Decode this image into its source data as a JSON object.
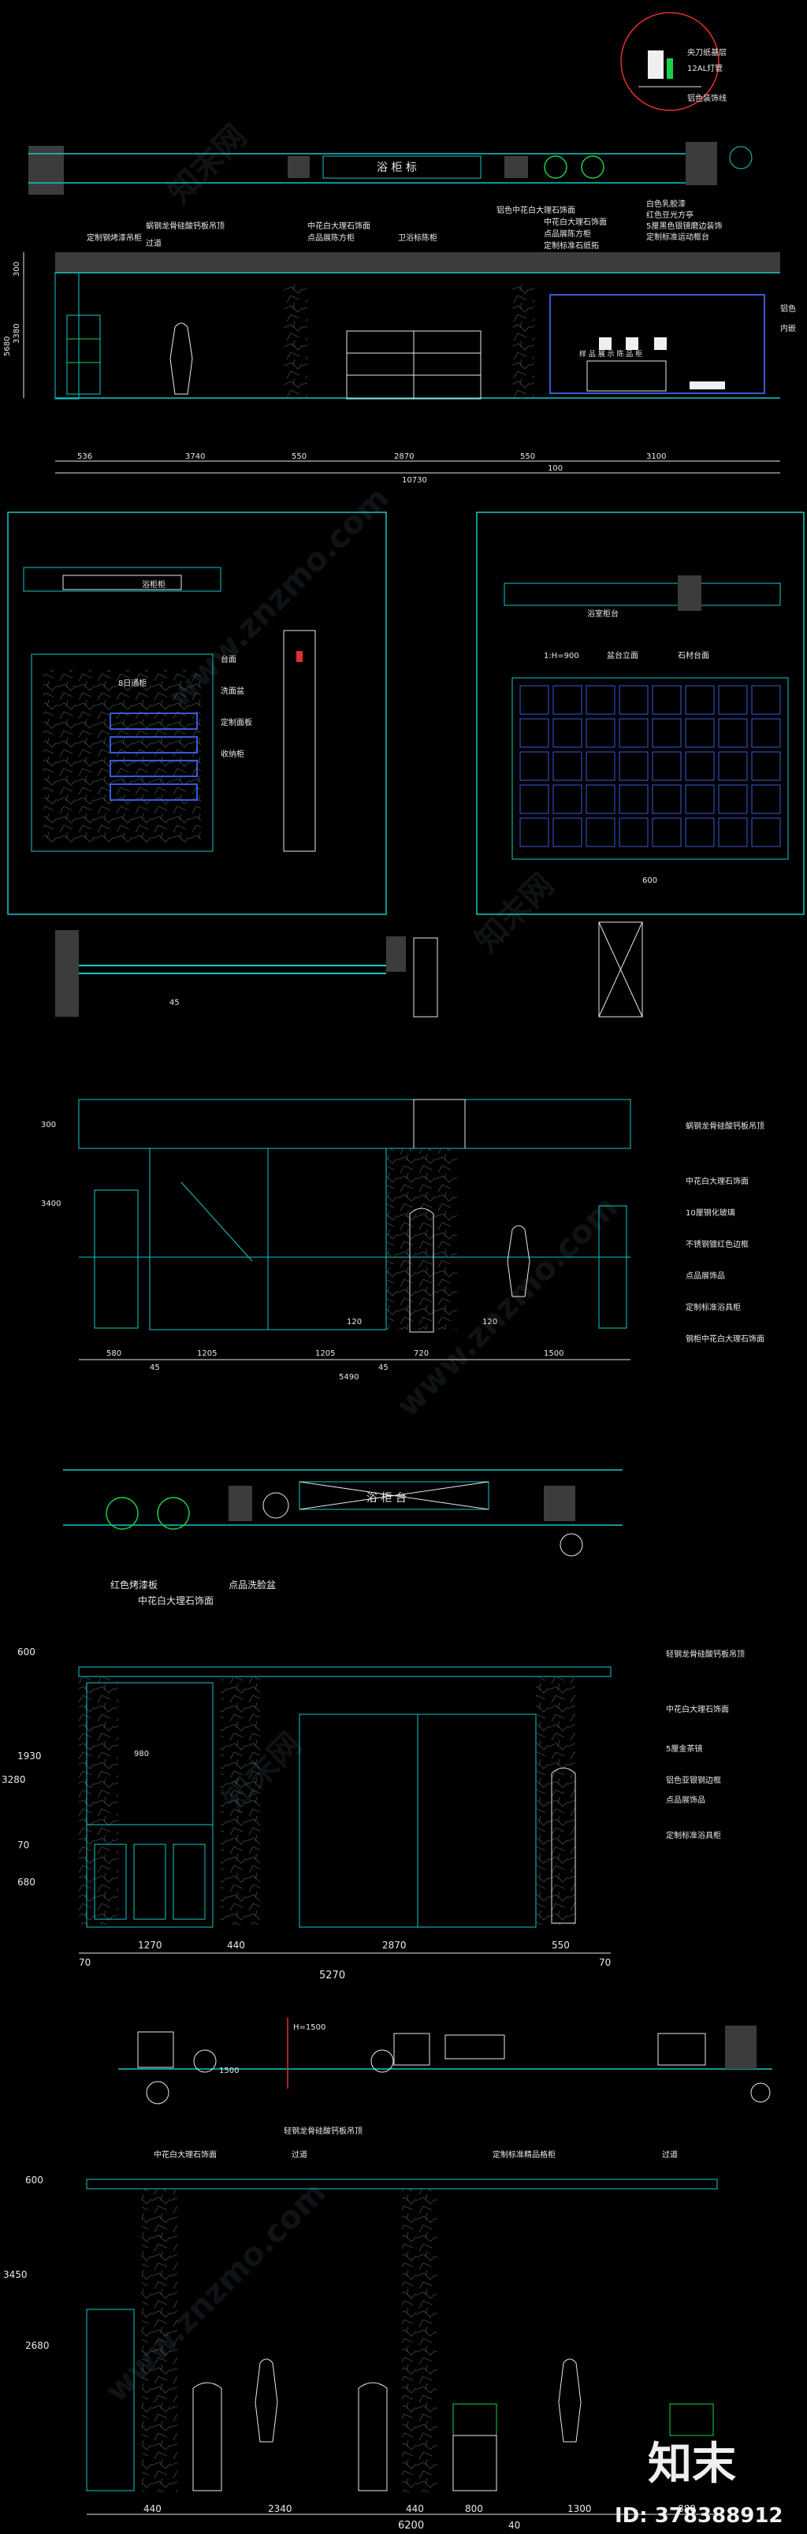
{
  "elev1": {
    "callouts": [
      "央刀纸基层",
      "12AL灯管",
      "铝色装饰线"
    ],
    "plan_label": "浴 柜 标",
    "notes": [
      "蜗钢龙骨硅酸钙板吊顶",
      "定制钢烤漆吊柜",
      "过道",
      "中花白大理石饰面",
      "点品展陈方柜",
      "卫浴标陈柜",
      "铝色中花白大理石饰面",
      "中花白大理石饰面",
      "点品展陈方柜",
      "定制标准石纸拓",
      "白色乳胶漆",
      "红色豆光方亭",
      "5厘黑色银镜磨边装饰",
      "定制标准运动框台"
    ],
    "sign_text": "样 品 展 示 陈 品 柜",
    "right_notes": [
      "铝色",
      "内嵌"
    ],
    "dims": [
      "536",
      "3740",
      "550",
      "2870",
      "550",
      "100",
      "3100"
    ],
    "total": "10730",
    "side_dims": [
      "5680",
      "300",
      "3380"
    ]
  },
  "elev2": {
    "plan_label": "浴柜柜",
    "dims": [
      "45"
    ],
    "left_label": "8日通柜",
    "labels": [
      "台面",
      "洗面盆",
      "定制面板",
      "收纳柜"
    ]
  },
  "elev3": {
    "plan_label": "浴室柜台",
    "labels": [
      "1:H=900",
      "盆台立面",
      "石材台面"
    ],
    "bottom_dim": "600"
  },
  "elev4": {
    "notes": [
      "蜗钢龙骨硅酸钙板吊顶",
      "中花白大理石饰面",
      "10厘钢化玻璃",
      "不锈钢镀红色边框",
      "点品展饰品",
      "定制标准浴具柜",
      "钢柜中花白大理石饰面"
    ],
    "dims": [
      "580",
      "1205",
      "1205",
      "720",
      "1500"
    ],
    "subdims": [
      "45",
      "45"
    ],
    "total": "5490",
    "side_dims": [
      "300",
      "3400"
    ],
    "inner_dims": [
      "120",
      "120"
    ]
  },
  "elev5": {
    "plan_label": "浴 柜 台",
    "top_notes": [
      "红色烤漆板",
      "点品洗脸盆",
      "中花白大理石饰面"
    ],
    "notes": [
      "轻钢龙骨硅酸钙板吊顶",
      "中花白大理石饰面",
      "5厘金茶镜",
      "铝色亚银钢边框",
      "点品展饰品",
      "定制标准浴具柜"
    ],
    "dims": [
      "1270",
      "440",
      "2870",
      "550"
    ],
    "subdims": [
      "70",
      "70"
    ],
    "total": "5270",
    "side_dims": [
      "600",
      "1930",
      "70",
      "680",
      "3280"
    ],
    "inner_dim": "980"
  },
  "elev6": {
    "plan_dims": [
      "1500",
      "H=1500"
    ],
    "notes": [
      "轻钢龙骨硅酸钙板吊顶",
      "中花白大理石饰面",
      "过道",
      "定制标准精品格柜",
      "过道"
    ],
    "dims": [
      "440",
      "2340",
      "440",
      "800",
      "1300"
    ],
    "total": "6200",
    "total_sub": "40",
    "end_dim": "880",
    "side_dims": [
      "600",
      "2680",
      "3450"
    ]
  },
  "watermarks": [
    "知末网",
    "www.znzmo.com"
  ],
  "brand": {
    "logo": "知末",
    "id": "ID: 378388912"
  }
}
